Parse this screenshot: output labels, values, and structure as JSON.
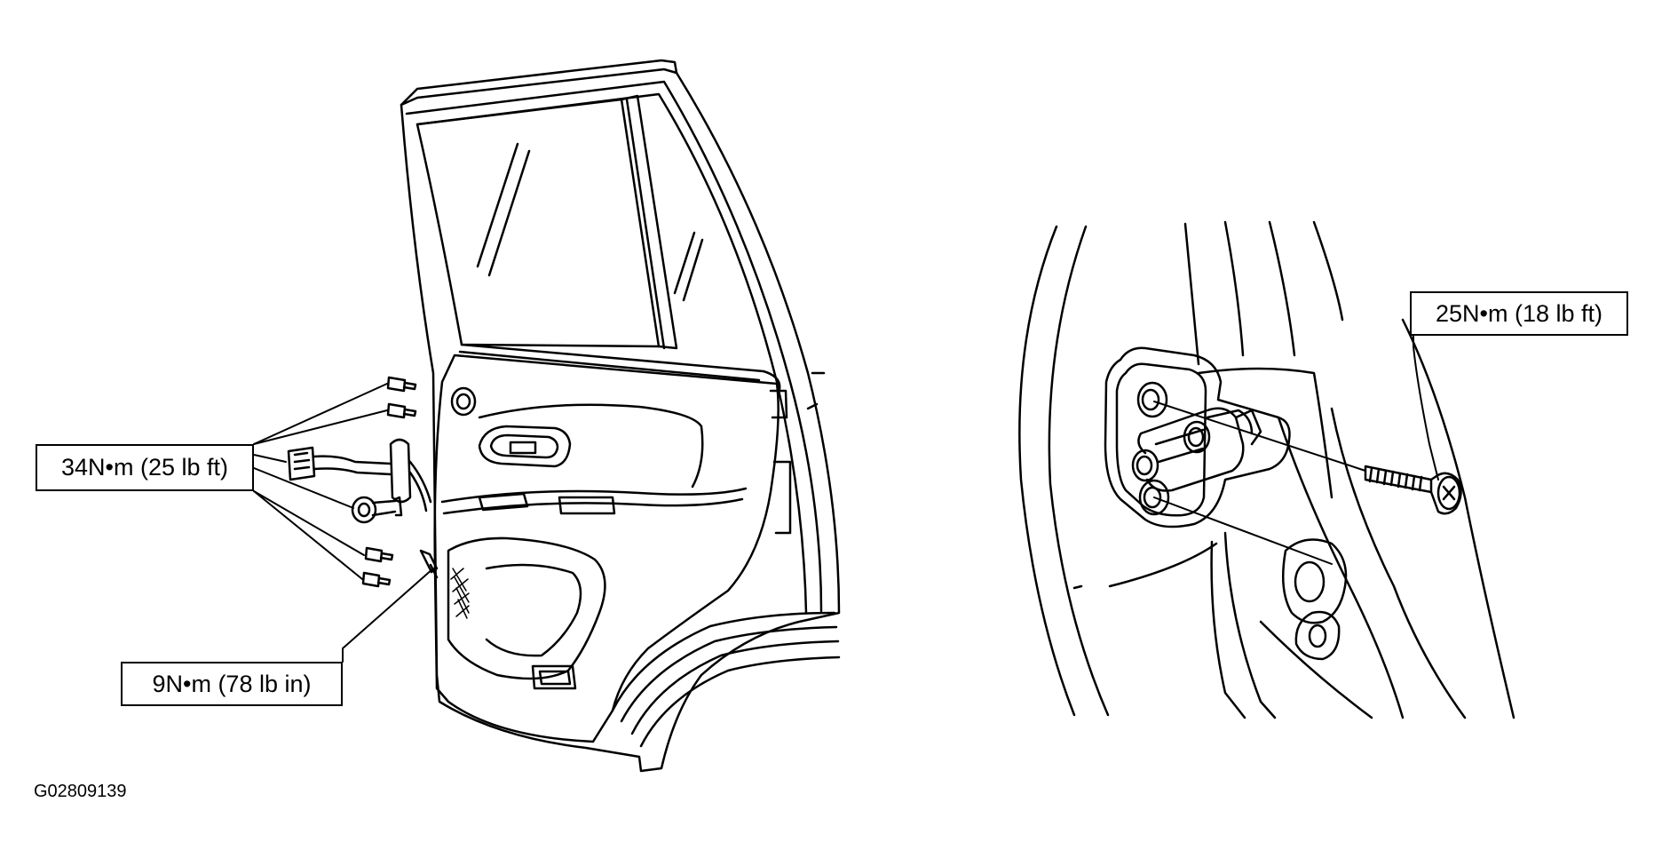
{
  "callouts": {
    "torque_34": "34N•m (25 lb ft)",
    "torque_9": "9N•m (78 lb in)",
    "torque_25": "25N•m (18 lb ft)"
  },
  "figure_code": "G02809139",
  "colors": {
    "line": "#000000",
    "background": "#ffffff"
  },
  "icons": {
    "bolt": "bolt-icon",
    "wiring_connector": "wiring-connector-icon",
    "door_panel": "door-trim-panel",
    "striker": "door-striker",
    "screw": "striker-screw-icon"
  }
}
